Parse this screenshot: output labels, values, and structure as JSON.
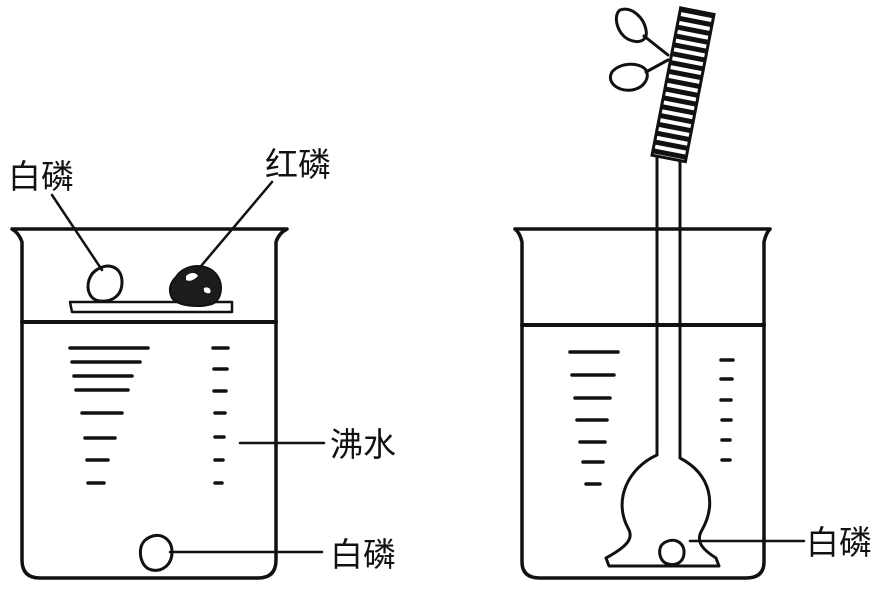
{
  "labels": {
    "left_top_white_phosphorus": "白磷",
    "left_red_phosphorus": "红磷",
    "boiling_water": "沸水",
    "left_bottom_white_phosphorus": "白磷",
    "right_white_phosphorus": "白磷"
  }
}
